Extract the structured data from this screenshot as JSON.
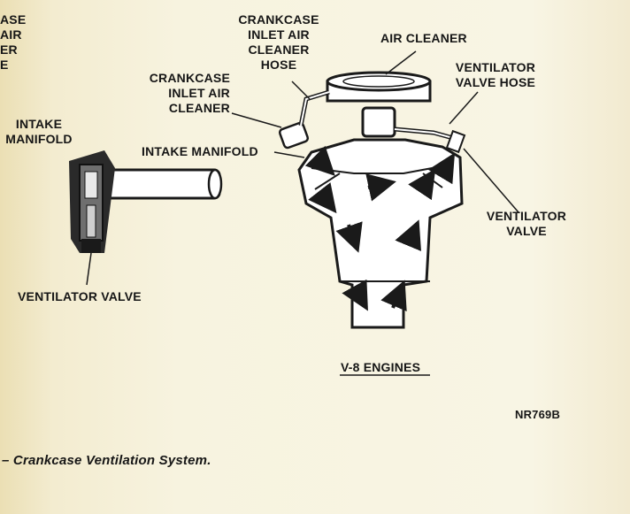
{
  "edge_fragments": [
    "ASE",
    "AIR",
    "ER",
    "E"
  ],
  "left_detail": {
    "heading": "INTAKE\nMANIFOLD",
    "valve_label": "VENTILATOR VALVE"
  },
  "main_labels": {
    "crankcase_inlet_air_cleaner_hose": "CRANKCASE\nINLET AIR\nCLEANER\nHOSE",
    "air_cleaner": "AIR CLEANER",
    "ventilator_valve_hose": "VENTILATOR\nVALVE HOSE",
    "crankcase_inlet_air_cleaner": "CRANKCASE\nINLET AIR\nCLEANER",
    "intake_manifold": "INTAKE MANIFOLD",
    "ventilator_valve": "VENTILATOR\nVALVE"
  },
  "engine_title": "V-8 ENGINES",
  "figure_code": "NR769B",
  "caption": "– Crankcase Ventilation System."
}
